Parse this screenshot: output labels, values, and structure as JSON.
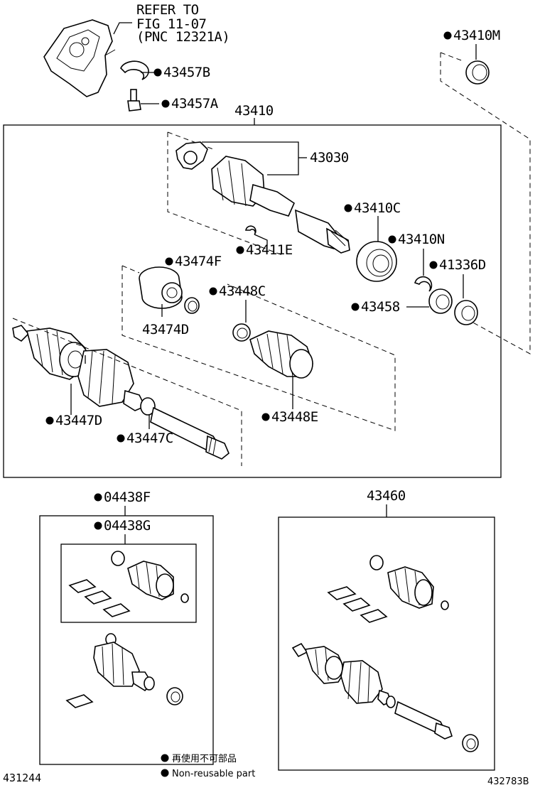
{
  "refer": {
    "line1": "REFER TO",
    "line2": "FIG 11-07",
    "line3": "(PNC 12321A)"
  },
  "labels": {
    "p43457B": "43457B",
    "p43457A": "43457A",
    "p43410M": "43410M",
    "p43410": "43410",
    "p43030": "43030",
    "p43410C": "43410C",
    "p43411E": "43411E",
    "p43410N": "43410N",
    "p43474F": "43474F",
    "p41336D": "41336D",
    "p43448C": "43448C",
    "p43458": "43458",
    "p43474D": "43474D",
    "p43447D": "43447D",
    "p43448E": "43448E",
    "p43447C": "43447C",
    "p04438F": "04438F",
    "p04438G": "04438G",
    "p43460": "43460"
  },
  "legend": {
    "jp": "再使用不可部品",
    "en": "Non-reusable part"
  },
  "codes": {
    "left": "431244",
    "right": "432783B"
  }
}
